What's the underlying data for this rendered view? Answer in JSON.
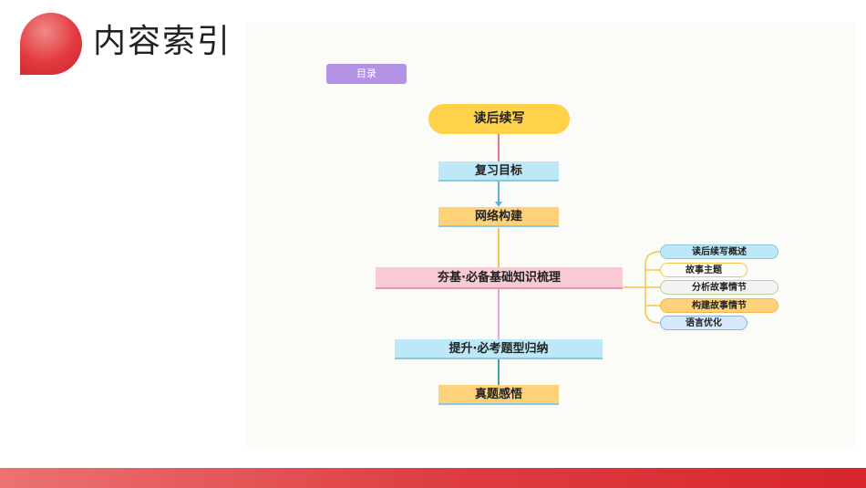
{
  "page": {
    "title": "内容索引"
  },
  "diagram": {
    "tag": "目录",
    "root": "读后续写",
    "steps": [
      "复习目标",
      "网络构建",
      "夯基·必备基础知识梳理",
      "提升·必考题型归纳",
      "真题感悟"
    ],
    "branches": [
      "读后续写概述",
      "故事主题",
      "分析故事情节",
      "构建故事情节",
      "语言优化"
    ]
  },
  "colors": {
    "accent_red": "#e2393e",
    "tag_purple": "#b492e6",
    "root_yellow": "#ffd24a",
    "step_blue": "#bde8f8",
    "step_orange": "#ffd27a",
    "step_pink": "#f9c9d4"
  }
}
